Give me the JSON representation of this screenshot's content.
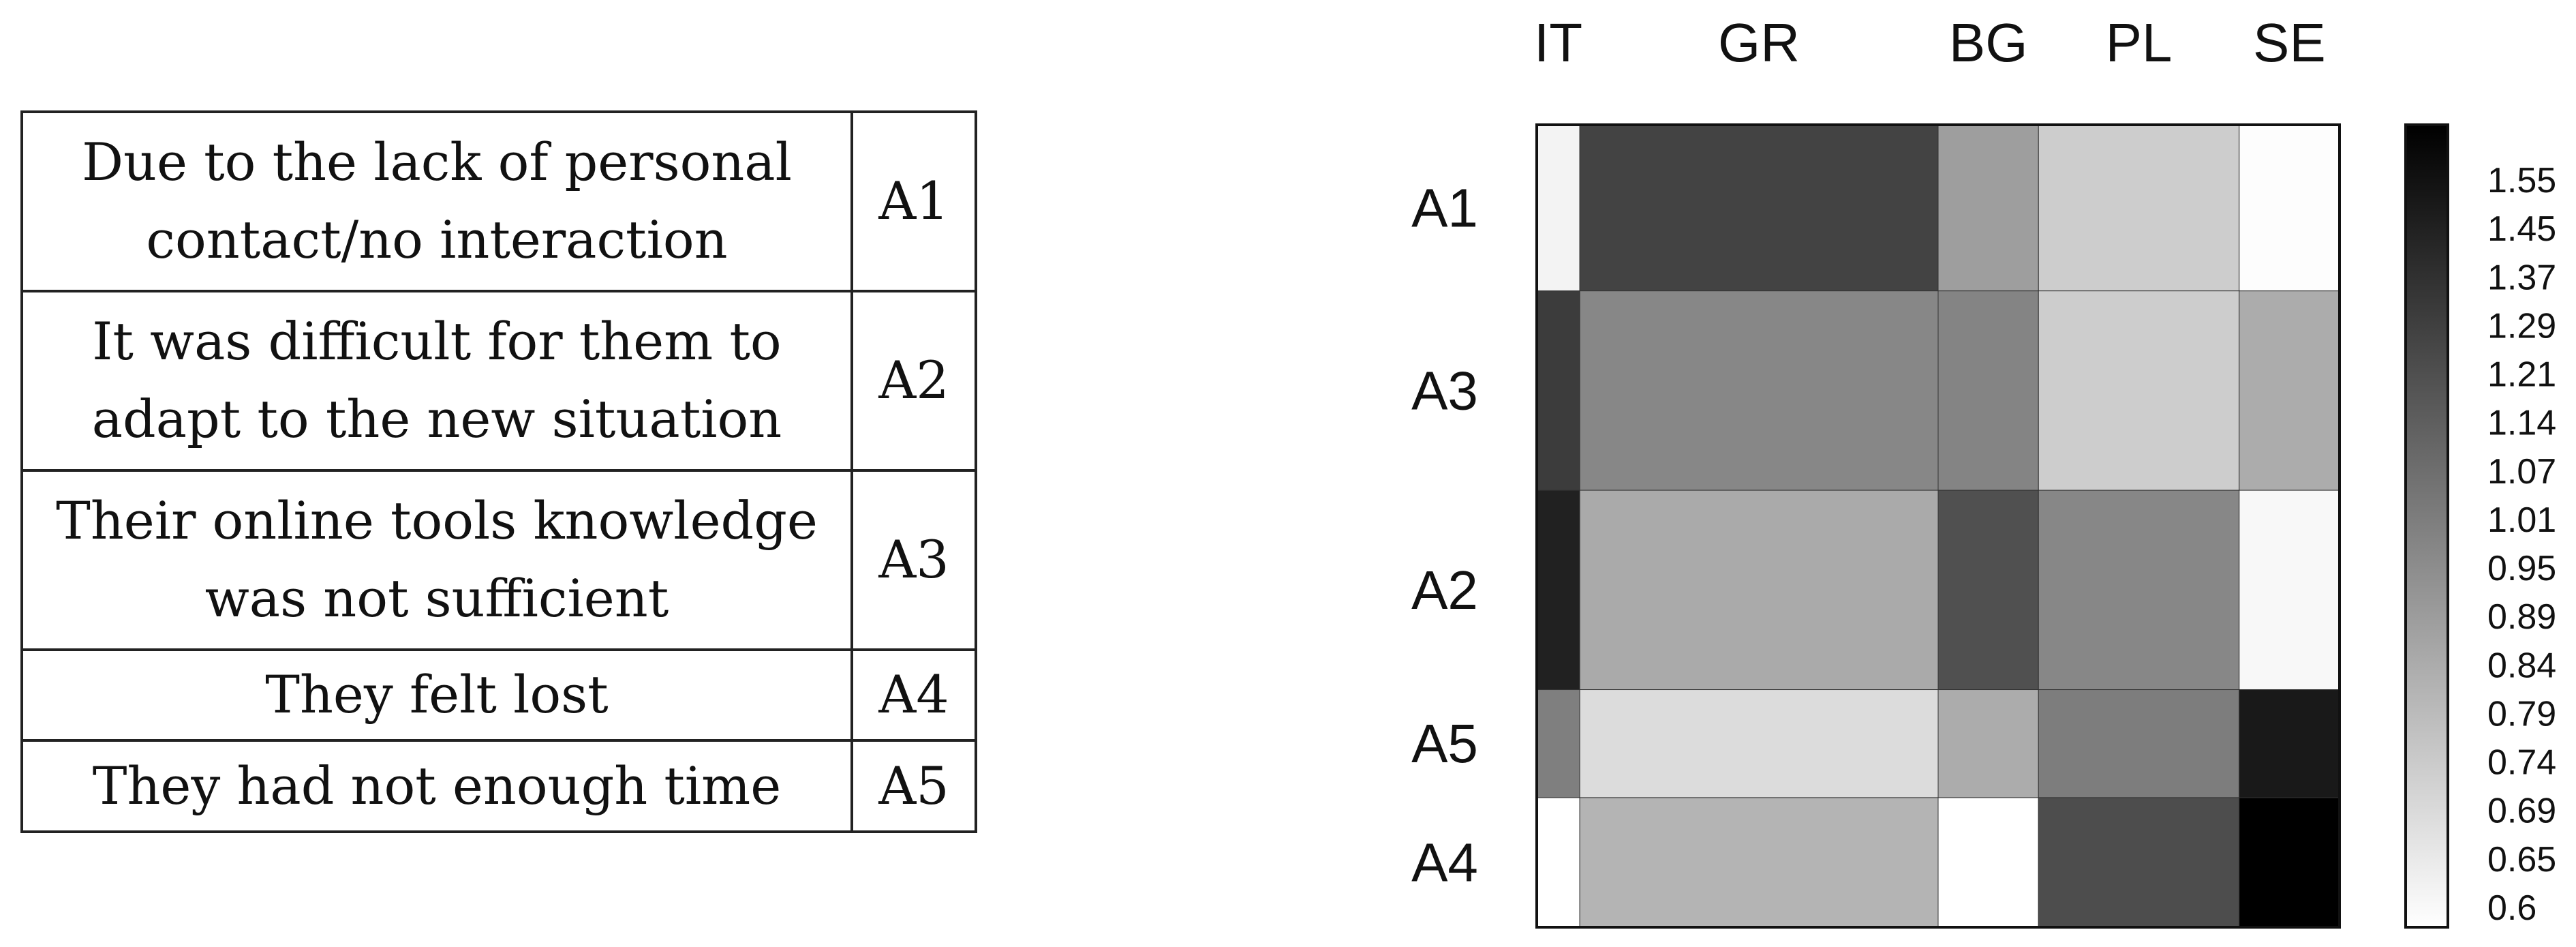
{
  "legend_table": {
    "rows": [
      {
        "text": "Due to the lack of personal contact/no interaction",
        "code": "A1"
      },
      {
        "text": "It was difficult for them to adapt to the new situation",
        "code": "A2"
      },
      {
        "text": "Their online tools knowledge was not sufficient",
        "code": "A3"
      },
      {
        "text": "They felt lost",
        "code": "A4"
      },
      {
        "text": "They had not enough time",
        "code": "A5"
      }
    ]
  },
  "chart_data": {
    "type": "heatmap",
    "title": "",
    "xlabel": "",
    "ylabel": "",
    "x_categories": [
      "IT",
      "GR",
      "BG",
      "PL",
      "SE"
    ],
    "x_weights": [
      0.6,
      5,
      1.4,
      2.8,
      1.4
    ],
    "y_categories": [
      "A1",
      "A3",
      "A2",
      "A5",
      "A4"
    ],
    "y_weights": [
      1,
      1.2,
      1.2,
      0.65,
      0.78
    ],
    "values": [
      [
        0.65,
        1.35,
        0.99,
        0.8,
        0.61
      ],
      [
        1.38,
        1.08,
        1.09,
        0.8,
        0.93
      ],
      [
        1.49,
        0.94,
        1.3,
        1.08,
        0.63
      ],
      [
        1.11,
        0.74,
        0.93,
        1.12,
        1.52
      ],
      [
        0.6,
        0.9,
        0.6,
        1.31,
        1.62
      ]
    ],
    "colorbar": {
      "ticks": [
        "1.55",
        "1.45",
        "1.37",
        "1.29",
        "1.21",
        "1.14",
        "1.07",
        "1.01",
        "0.95",
        "0.89",
        "0.84",
        "0.79",
        "0.74",
        "0.69",
        "0.65",
        "0.6"
      ],
      "range": [
        0.6,
        1.62
      ],
      "color_low": "#ffffff",
      "color_high": "#000000"
    },
    "grid": false,
    "legend_position": "right"
  }
}
